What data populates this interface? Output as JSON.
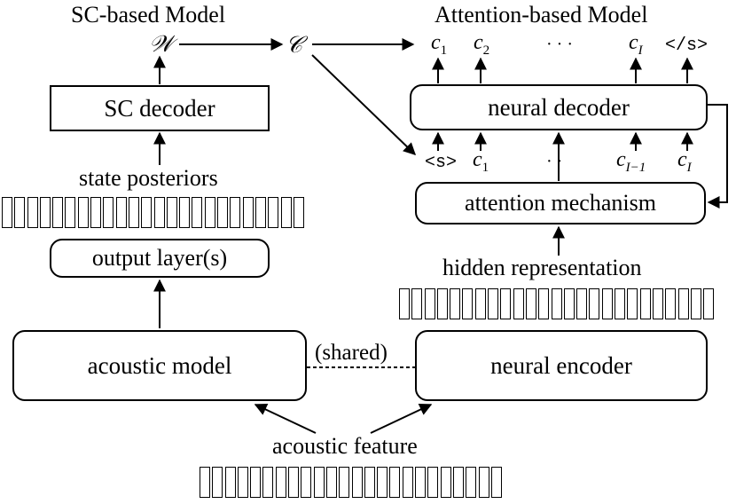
{
  "titles": {
    "left": "SC-based Model",
    "right": "Attention-based Model"
  },
  "left": {
    "w_symbol": "𝒲",
    "sc_decoder": "SC decoder",
    "state_posteriors": "state posteriors",
    "output_layer": "output layer(s)",
    "acoustic_model": "acoustic model"
  },
  "right": {
    "c_symbol": "𝒞",
    "neural_decoder": "neural decoder",
    "attention_mechanism": "attention mechanism",
    "hidden_representation": "hidden representation",
    "neural_encoder": "neural encoder",
    "outputs": {
      "c1": "c",
      "c1_sub": "1",
      "c2": "c",
      "c2_sub": "2",
      "dots": "· · ·",
      "cI": "c",
      "cI_sub": "I",
      "end_token": "</s>"
    },
    "inputs": {
      "start_token": "<s>",
      "c1": "c",
      "c1_sub": "1",
      "dots": "· ·",
      "cI1": "c",
      "cI1_sub": "I−1",
      "cI": "c",
      "cI_sub": "I"
    }
  },
  "shared_label": "(shared)",
  "acoustic_feature": "acoustic feature",
  "vector_counts": {
    "state_posteriors": 24,
    "hidden_representation": 25,
    "acoustic_feature": 24
  }
}
